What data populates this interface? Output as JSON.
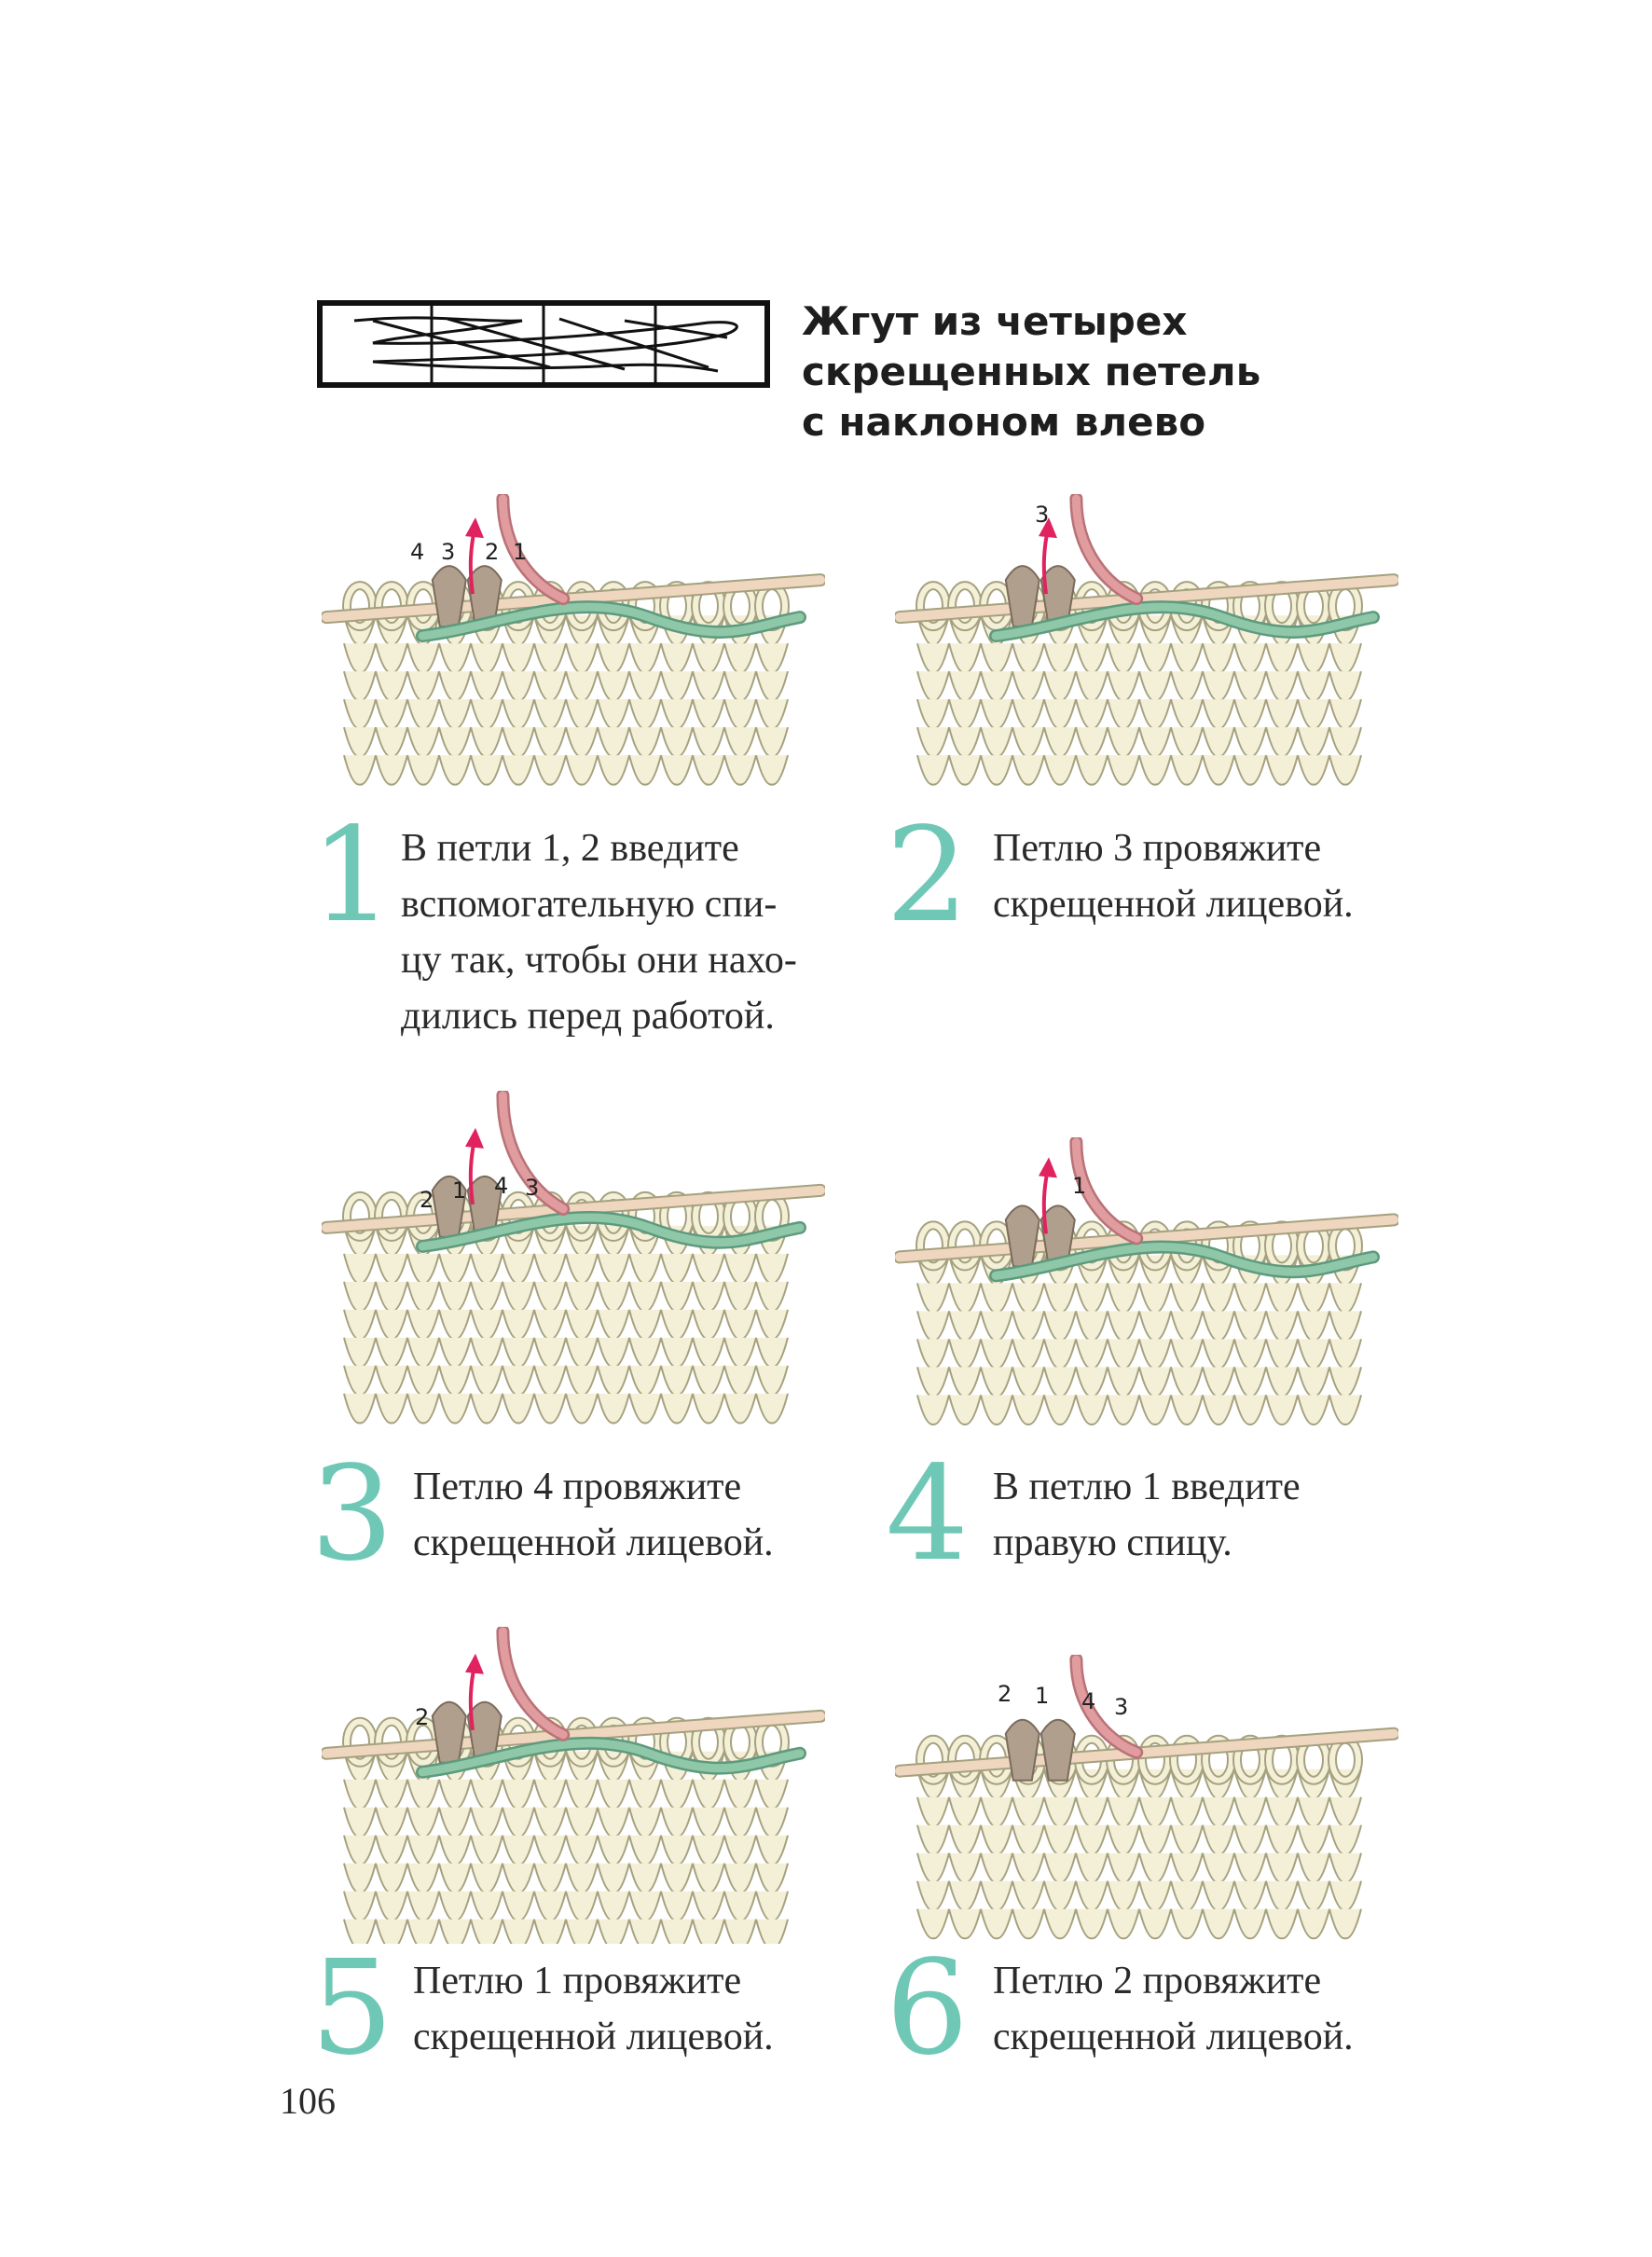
{
  "title": {
    "line1": "Жгут из четырех",
    "line2": "скрещенных петель",
    "line3": "с наклоном влево"
  },
  "colors": {
    "accent_number": "#6fc8b6",
    "stitch_fill": "#f4f0d8",
    "stitch_outline": "#a5a17f",
    "needle": "#efd6bf",
    "aux_needle": "#8fc7a9",
    "loop_brown": "#b09f8c",
    "yarn_pink": "#e09c9f",
    "arrow": "#e0225e"
  },
  "steps": [
    {
      "number": "1",
      "text_lines": [
        "В петли 1, 2 введите",
        "вспомогательную спи-",
        "цу так, чтобы они нахо-",
        "дились перед работой."
      ],
      "labels": [
        "4",
        "3",
        "2",
        "1"
      ]
    },
    {
      "number": "2",
      "text_lines": [
        "Петлю 3 провяжите",
        "скрещенной лицевой."
      ],
      "labels": [
        "3"
      ]
    },
    {
      "number": "3",
      "text_lines": [
        "Петлю 4 провяжите",
        "скрещенной лицевой."
      ],
      "labels": [
        "2",
        "1",
        "4",
        "3"
      ]
    },
    {
      "number": "4",
      "text_lines": [
        "В петлю 1 введите",
        "правую спицу."
      ],
      "labels": [
        "1"
      ]
    },
    {
      "number": "5",
      "text_lines": [
        "Петлю 1 провяжите",
        "скрещенной лицевой."
      ],
      "labels": [
        "2"
      ]
    },
    {
      "number": "6",
      "text_lines": [
        "Петлю 2 провяжите",
        "скрещенной лицевой."
      ],
      "labels": [
        "2",
        "1",
        "4",
        "3"
      ]
    }
  ],
  "page_number": "106"
}
